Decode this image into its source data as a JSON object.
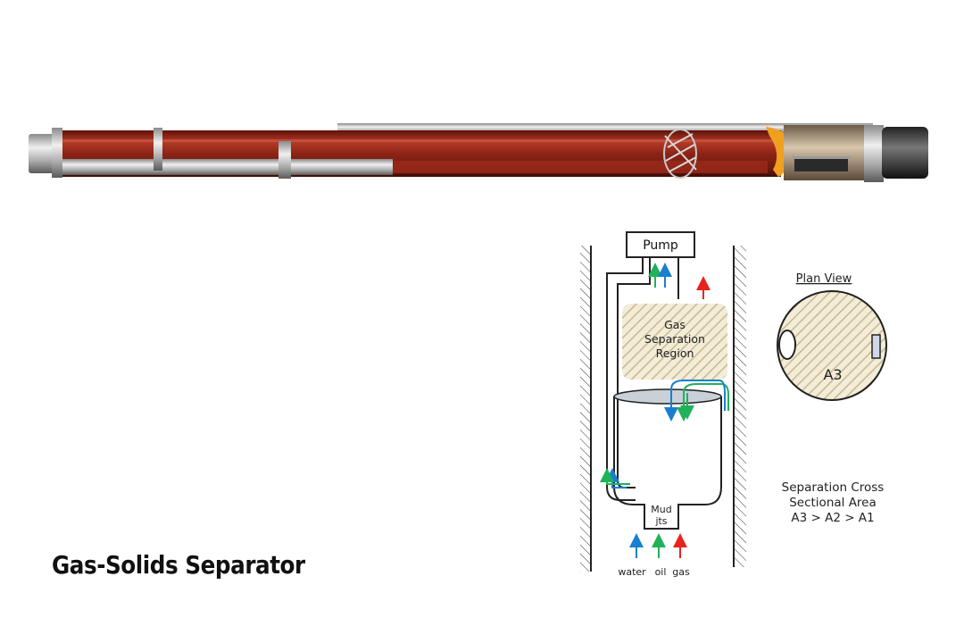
{
  "title": "Gas-Solids Separator",
  "diagram": {
    "pump_label": "Pump",
    "region_label_lines": [
      "Gas",
      "Separation",
      "Region"
    ],
    "mud_label_lines": [
      "Mud",
      "jts"
    ],
    "flow_labels": {
      "water": "water",
      "oil": "oil",
      "gas": "gas"
    },
    "plan_view_title": "Plan View",
    "area_label": "A3",
    "cross_section_lines": [
      "Separation Cross",
      "Sectional Area",
      "A3 > A2 > A1"
    ]
  },
  "colors": {
    "water": "#1a7fd0",
    "oil": "#1fb25a",
    "gas": "#e8231e",
    "tool_red": "#9a2418",
    "hatch": "#c8b98a",
    "orange_part": "#f0a020"
  }
}
